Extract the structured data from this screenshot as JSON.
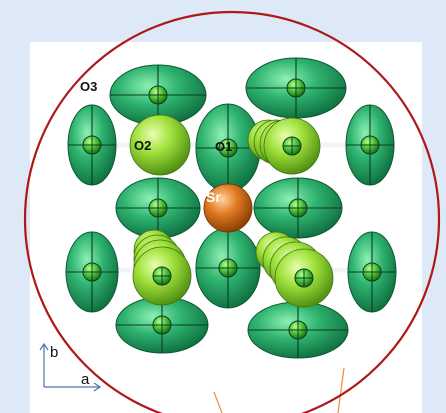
{
  "diagram": {
    "atom_labels": {
      "o3": "O3",
      "o2": "O2",
      "o1": "O1",
      "sr": "Sr"
    },
    "axes": {
      "b": "b",
      "a": "a"
    },
    "colors": {
      "background": "#dde9f7",
      "panel": "#ffffff",
      "circle_outline": "#b01818",
      "ellipsoid_fill": "#2fb370",
      "ellipsoid_edge": "#0e5a33",
      "oxygen_sphere": "#9fe03a",
      "strontium_sphere": "#e07a20",
      "bond": "#f2f2f2",
      "pointer_line": "#f08a3a"
    }
  }
}
